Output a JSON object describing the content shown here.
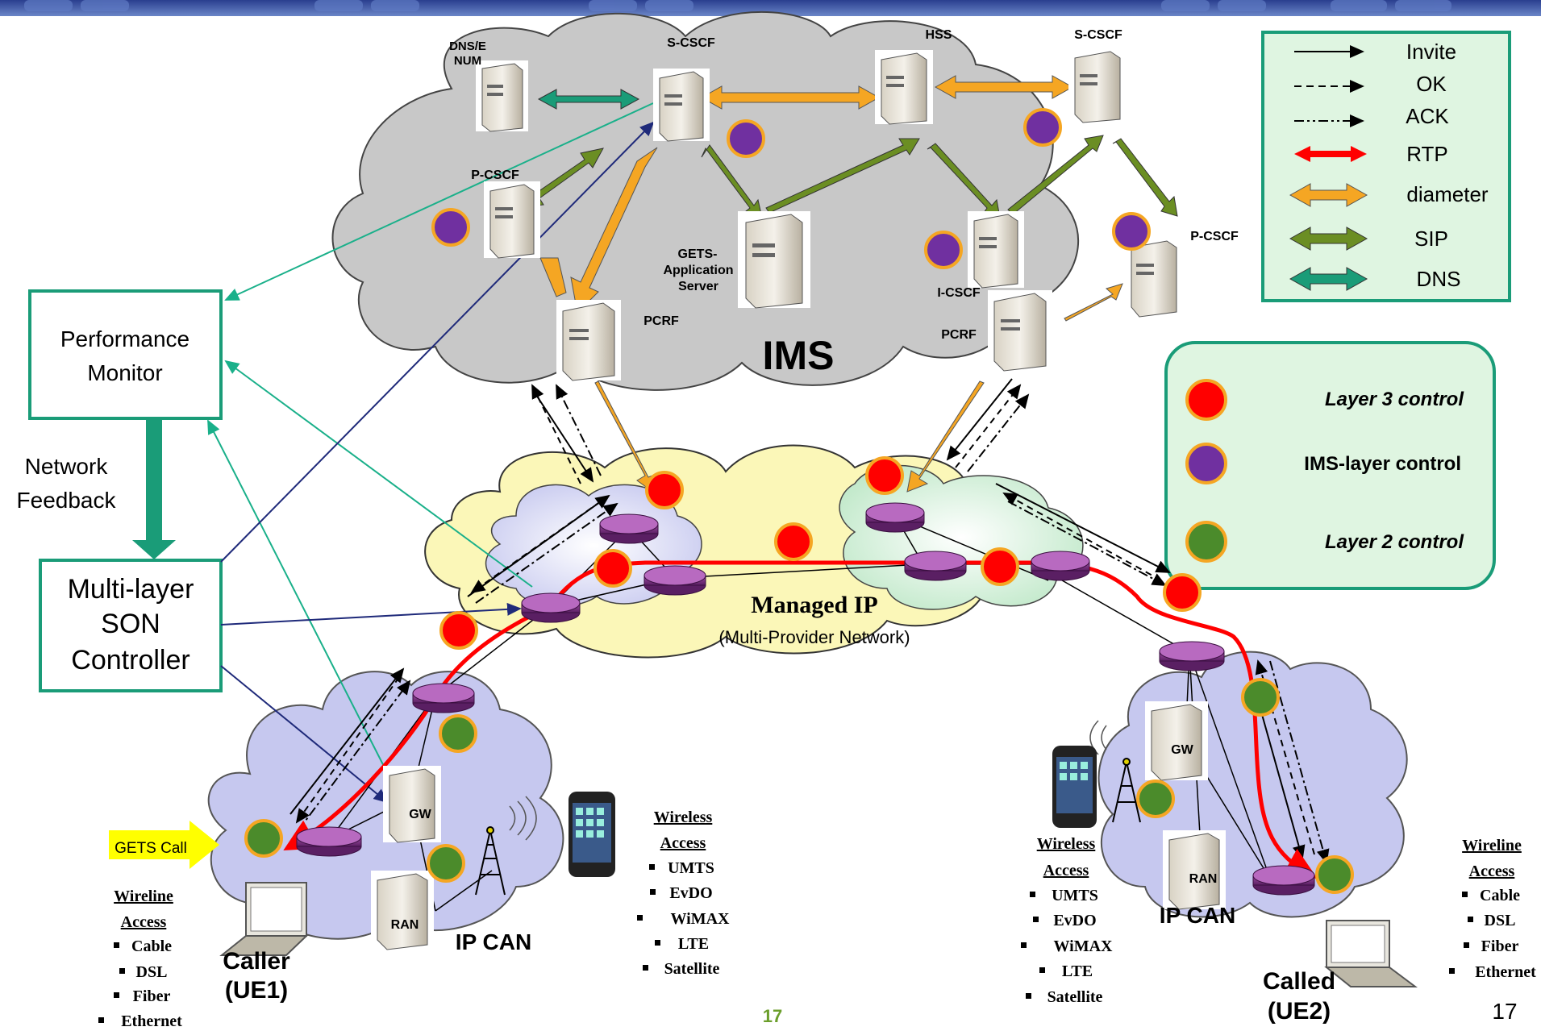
{
  "page_number": "17",
  "slide_number_center": "17",
  "clouds": {
    "ims_title": "IMS",
    "managed_ip_title": "Managed IP",
    "managed_ip_subtitle": "(Multi-Provider Network)",
    "ip_can_left": "IP CAN",
    "ip_can_right": "IP CAN"
  },
  "servers": {
    "dns_enum_line1": "DNS/E",
    "dns_enum_line2": "NUM",
    "scscf_left": "S-CSCF",
    "hss": "HSS",
    "scscf_right": "S-CSCF",
    "pcscf_left": "P-CSCF",
    "pcscf_right": "P-CSCF",
    "gets_line1": "GETS-",
    "gets_line2": "Application",
    "gets_line3": "Server",
    "icscf": "I-CSCF",
    "pcrf_left": "PCRF",
    "pcrf_right": "PCRF",
    "gw": "GW",
    "ran": "RAN"
  },
  "left_boxes": {
    "perf_line1": "Performance",
    "perf_line2": "Monitor",
    "feedback_line1": "Network",
    "feedback_line2": "Feedback",
    "son_line1": "Multi-layer",
    "son_line2": "SON",
    "son_line3": "Controller"
  },
  "legend": {
    "items": [
      "Invite",
      "OK",
      "ACK",
      "RTP",
      "diameter",
      "SIP",
      "DNS"
    ],
    "colors": {
      "rtp": "#ff0000",
      "diameter": "#f5a623",
      "sip": "#6b8e23",
      "dns": "#1a9c78",
      "border": "#1a9c78",
      "fill": "#dff5e1"
    }
  },
  "control_legend": {
    "layer3": "Layer 3 control",
    "ims_layer": "IMS-layer control",
    "layer2": "Layer 2 control",
    "colors": {
      "layer3": "#ff0000",
      "ims": "#7030a0",
      "layer2": "#4b8b2b",
      "ring": "#f5a623"
    }
  },
  "gets_call": "GETS Call",
  "caller": {
    "line1": "Caller",
    "line2": "(UE1)"
  },
  "called": {
    "line1": "Called",
    "line2": "(UE2)"
  },
  "access_left": {
    "wireline_title1": "Wireline",
    "wireline_title2": "Access",
    "wireline_items": [
      "Cable",
      "DSL",
      "Fiber",
      "Ethernet"
    ],
    "wireless_title1": "Wireless",
    "wireless_title2": "Access",
    "wireless_items": [
      "UMTS",
      "EvDO",
      "WiMAX",
      "LTE",
      "Satellite"
    ]
  },
  "access_right": {
    "wireless_title1": "Wireless",
    "wireless_title2": "Access",
    "wireless_items": [
      "UMTS",
      "EvDO",
      "WiMAX",
      "LTE",
      "Satellite"
    ],
    "wireline_title1": "Wireline",
    "wireline_title2": "Access",
    "wireline_items": [
      "Cable",
      "DSL",
      "Fiber",
      "Ethernet"
    ]
  }
}
